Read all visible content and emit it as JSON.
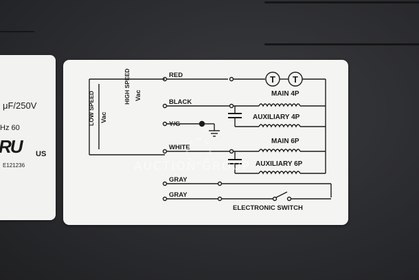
{
  "left_label": {
    "capacitor_rating": "μF/250V",
    "frequency": "Hz 60",
    "cert_mark": "RU",
    "cert_country": "US",
    "cert_number": "E121236"
  },
  "wiring_label": {
    "speed_low": "LOW SPEED",
    "speed_high": "HIGH SPEED",
    "vac_low": "Vac",
    "vac_high": "Vac",
    "wires": {
      "red": "RED",
      "black": "BLACK",
      "yg": "Y/G",
      "white": "WHITE",
      "gray1": "GRAY",
      "gray2": "GRAY"
    },
    "thermal": "T",
    "windings": {
      "main_4p": "MAIN 4P",
      "aux_4p": "AUXILIARY 4P",
      "main_6p": "MAIN 6P",
      "aux_6p": "AUXILIARY 6P"
    },
    "switch": "ELECTRONIC SWITCH"
  },
  "watermark": {
    "text": "AUCTION GROUP"
  }
}
